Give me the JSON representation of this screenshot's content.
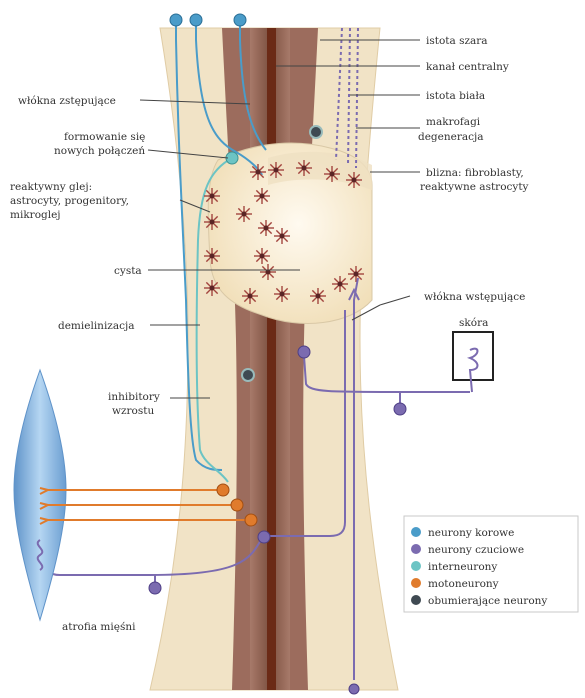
{
  "labels": {
    "istota_szara": "istota szara",
    "kanal_centralny": "kanał centralny",
    "istota_biala": "istota biała",
    "makrofagi_1": "makrofagi",
    "makrofagi_2": "degeneracja",
    "blizna_1": "blizna: fibroblasty,",
    "blizna_2": "reaktywne astrocyty",
    "wlokna_zstepujace": "włókna zstępujące",
    "formowanie_1": "formowanie się",
    "formowanie_2": "nowych połączeń",
    "glej_1": "reaktywny glej:",
    "glej_2": "astrocyty, progenitory,",
    "glej_3": "mikroglej",
    "cysta": "cysta",
    "wlokna_wstepujace": "włókna wstępujące",
    "skora": "skóra",
    "demielinizacja": "demielinizacja",
    "inhibitory_1": "inhibitory",
    "inhibitory_2": "wzrostu",
    "atrofia": "atrofia mięśni"
  },
  "legend": [
    {
      "label": "neurony korowe",
      "color": "#4a9cc9"
    },
    {
      "label": "neurony czuciowe",
      "color": "#7b6bb0"
    },
    {
      "label": "interneurony",
      "color": "#6cc4c4"
    },
    {
      "label": "motoneurony",
      "color": "#e07b2c"
    },
    {
      "label": "obumierające neurony",
      "color": "#3f4a52"
    }
  ],
  "colors": {
    "white_matter": "#f1e3c6",
    "grey_matter": "#8a5a4c",
    "central_canal": "#6b2a16",
    "lesion": "#f8ecd2",
    "astrocyte": "#a3463f",
    "muscle": "#8ab7e3"
  }
}
